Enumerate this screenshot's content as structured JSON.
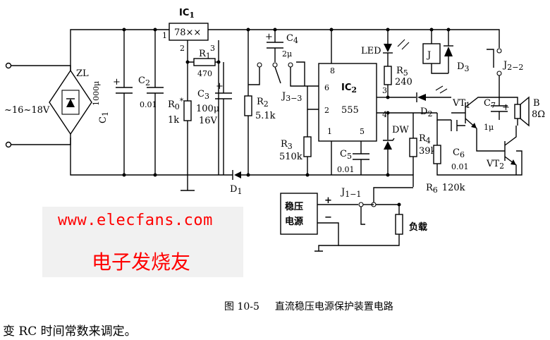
{
  "watermark": {
    "url": "www.elecfans.com",
    "site_name": "电子发烧友"
  },
  "caption": {
    "figure_number": "图 10-5",
    "title": "直流稳压电源保护装置电路"
  },
  "footer_text": "变 RC 时间常数来调定。",
  "labels": {
    "input_voltage": "~16~18V",
    "bridge": "ZL",
    "c1": "C",
    "c1_sub": "1",
    "c1_val": "1000μ",
    "c2": "C",
    "c2_sub": "2",
    "c2_val": "0.01",
    "ic1": "IC",
    "ic1_sub": "1",
    "ic1_part": "78××",
    "ic1_pin1": "1",
    "ic1_pin2": "2",
    "ic1_pin3": "3",
    "r1": "R",
    "r1_sub": "1",
    "r1_val": "470",
    "r0": "R",
    "r0_sub": "0",
    "r0_star": "*",
    "r0_val": "1k",
    "c3": "C",
    "c3_sub": "3",
    "c3_val1": "100μ",
    "c3_val2": "16V",
    "r2": "R",
    "r2_sub": "2",
    "r2_val": "5.1k",
    "c4": "C",
    "c4_sub": "4",
    "c4_val": "2μ",
    "j3": "J",
    "j3_sub": "3−3",
    "ic2": "IC",
    "ic2_sub": "2",
    "ic2_part": "555",
    "ic2_pin8": "8",
    "ic2_pin6": "6",
    "ic2_pin2": "2",
    "ic2_pin1": "1",
    "ic2_pin5": "5",
    "ic2_pin3": "3",
    "ic2_pin4": "4",
    "r3": "R",
    "r3_sub": "3",
    "r3_val": "510k",
    "c5": "C",
    "c5_sub": "5",
    "c5_val": "0.01",
    "led": "LED",
    "r5": "R",
    "r5_sub": "5",
    "r5_val": "240",
    "relay_j": "J",
    "d3": "D",
    "d3_sub": "3",
    "j2": "J",
    "j2_sub": "2−2",
    "d2": "D",
    "d2_sub": "2",
    "vt1": "VT",
    "vt1_sub": "1",
    "vt2": "VT",
    "vt2_sub": "2",
    "c7": "C",
    "c7_sub": "7",
    "c7_val": "1μ",
    "speaker": "B",
    "speaker_val": "8Ω",
    "dw": "DW",
    "r4": "R",
    "r4_sub": "4",
    "r4_val": "39k",
    "c6": "C",
    "c6_sub": "6",
    "c6_val": "0.01",
    "r6": "R",
    "r6_sub": "6",
    "r6_val": "120k",
    "d1": "D",
    "d1_sub": "1",
    "j1": "J",
    "j1_sub": "1−1",
    "psu_line1": "稳压",
    "psu_line2": "电源",
    "load": "负载",
    "plus": "+",
    "minus": "−"
  }
}
